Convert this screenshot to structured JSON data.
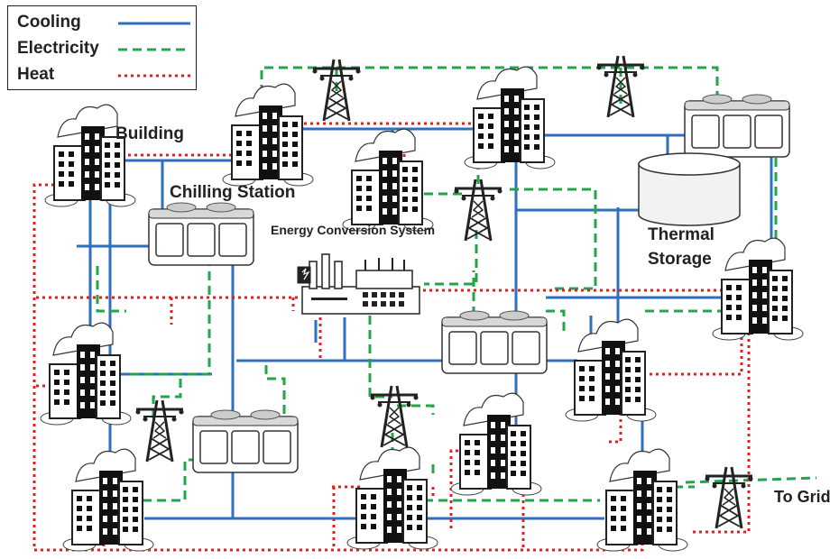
{
  "legend": {
    "items": [
      {
        "label": "Cooling",
        "color": "#2f6fbf",
        "style": "solid"
      },
      {
        "label": "Electricity",
        "color": "#22a64a",
        "style": "dashed"
      },
      {
        "label": "Heat",
        "color": "#e02020",
        "style": "dotted"
      }
    ]
  },
  "labels": {
    "building": "Building",
    "chilling_station": "Chilling Station",
    "energy_conversion": "Energy Conversion System",
    "thermal_storage": "Thermal\nStorage",
    "to_grid": "To Grid"
  },
  "icons": {
    "building": "office-building-icon",
    "chiller": "chiller-unit-icon",
    "pylon": "transmission-tower-icon",
    "plant": "power-plant-icon",
    "tank": "thermal-storage-tank-icon"
  }
}
